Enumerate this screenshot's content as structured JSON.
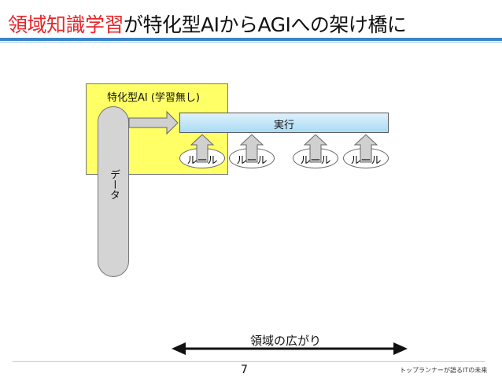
{
  "slide": {
    "title_accent": "領域知識学習",
    "title_rest": "が特化型AIからAGIへの架け橋に",
    "page_number": "7",
    "footer": "トップランナーが語るITの未来"
  },
  "diagram": {
    "box_label": "特化型AI (学習無し)",
    "data_label": "データ",
    "exec_label": "実行",
    "rules": [
      "ルール",
      "ルール",
      "ルール",
      "ルール"
    ],
    "domain_label": "領域の広がり"
  },
  "colors": {
    "title_accent": "#e8262a",
    "title_rule": "#3a86c8",
    "ai_box_fill": "#ffff66",
    "exec_fill": "#a9dbf5",
    "data_fill": "#d4d4d4",
    "arrow_fill": "#d0d0d0"
  }
}
